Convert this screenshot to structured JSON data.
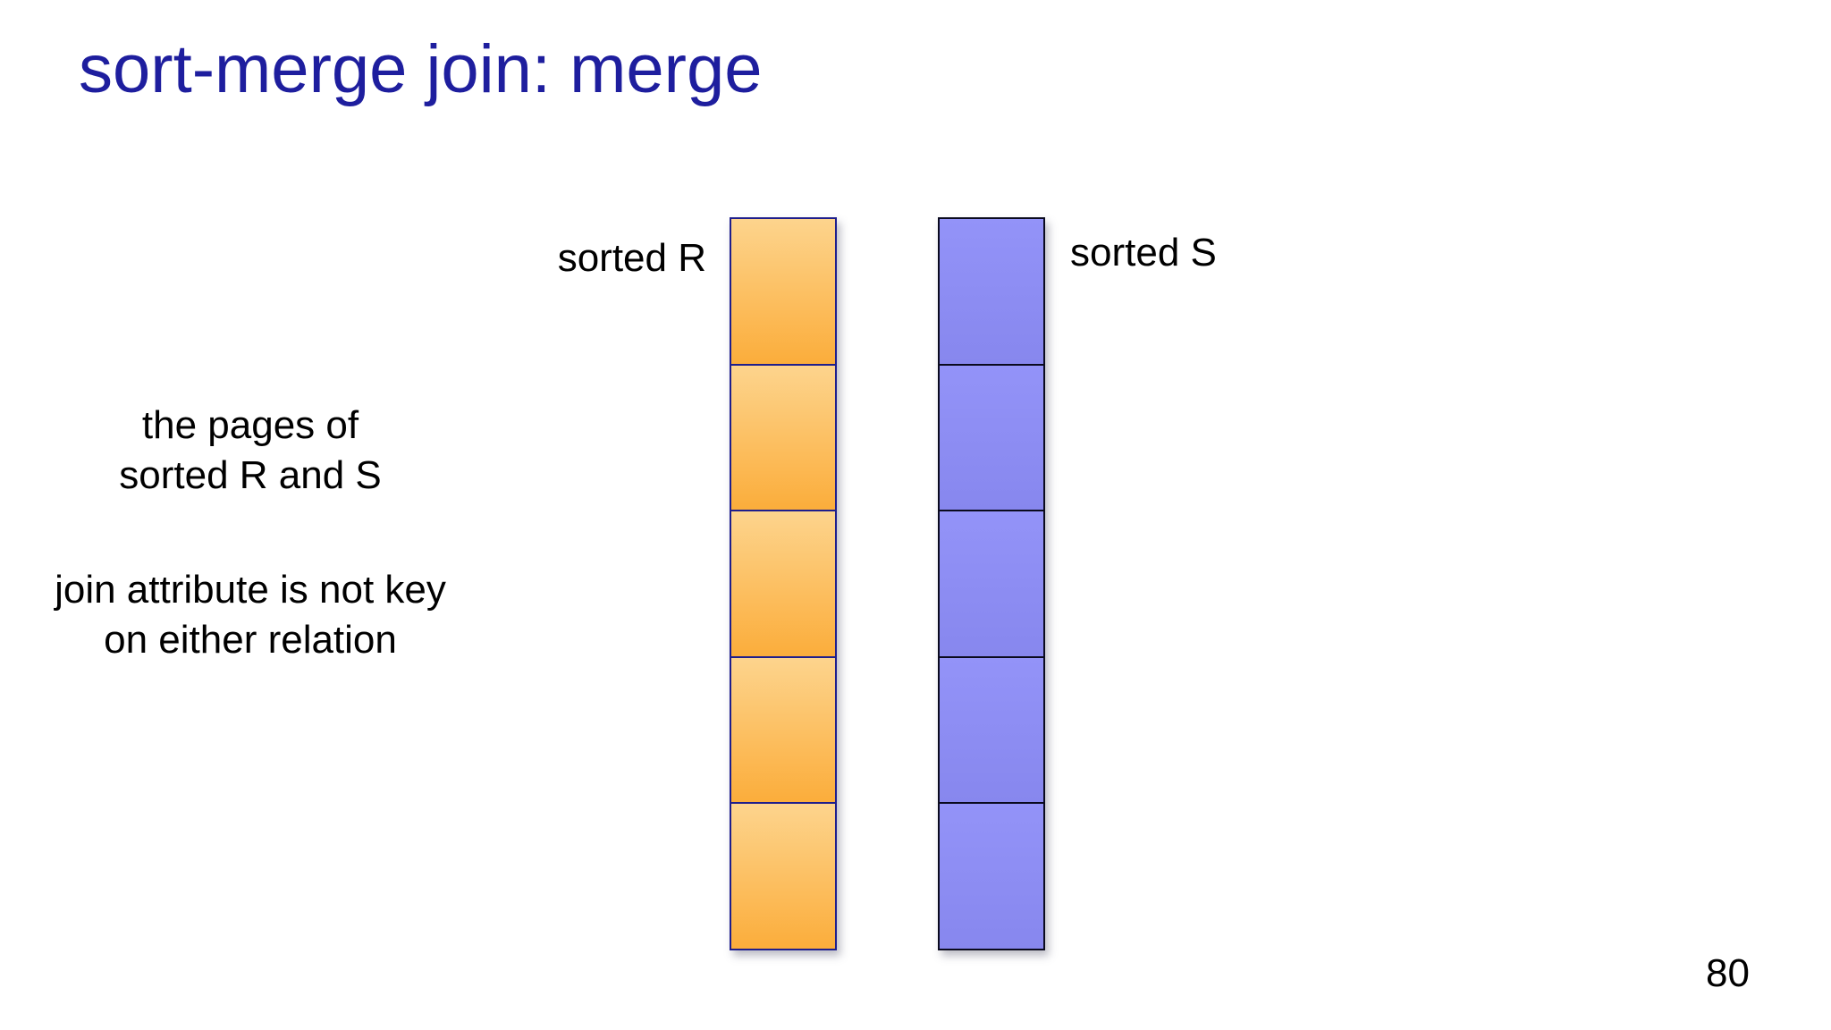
{
  "slide": {
    "title": "sort-merge join: merge",
    "page_number": "80"
  },
  "notes": {
    "block1_line1": "the pages of",
    "block1_line2": "sorted R and S",
    "block2_line1": "join attribute is not key",
    "block2_line2": "on either relation"
  },
  "diagram": {
    "columns": [
      {
        "label": "sorted R",
        "pages": 5,
        "colors": {
          "fill_top": "#FDD48D",
          "fill_bottom": "#FBAD3B",
          "border": "#1E1E8C"
        }
      },
      {
        "label": "sorted S",
        "pages": 5,
        "colors": {
          "fill_top": "#9393F8",
          "fill_bottom": "#8787EE",
          "border": "#0A0A1E"
        }
      }
    ]
  },
  "colors": {
    "title": "#1E1E9E",
    "body_text": "#000000",
    "background": "#FFFFFF"
  }
}
